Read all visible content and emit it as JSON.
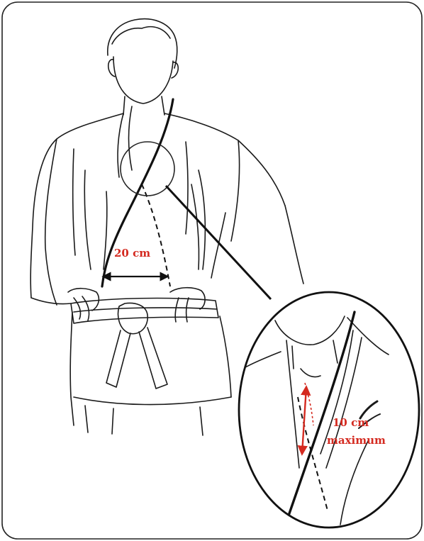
{
  "labels": {
    "belt_distance": "20 cm",
    "collar_distance_line1": "10 cm",
    "collar_distance_line2": "maximum"
  },
  "colors": {
    "annotation": "#d42a20",
    "line": "#111111",
    "frame": "#222222"
  }
}
